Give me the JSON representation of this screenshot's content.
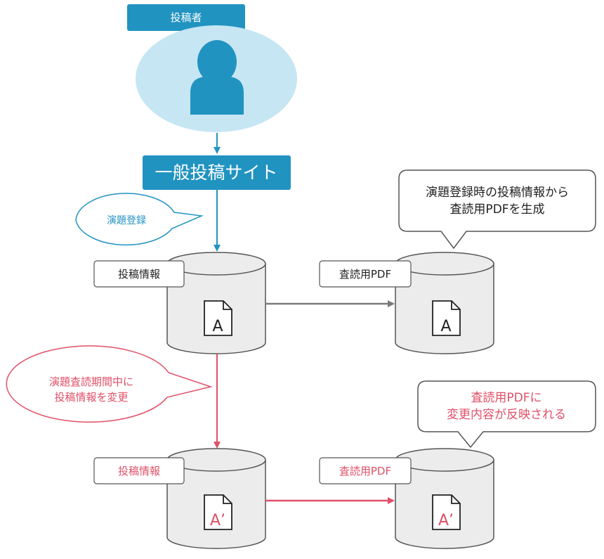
{
  "submitter_label": "投稿者",
  "site_label": "一般投稿サイト",
  "bubble_register": "演題登録",
  "callout_generate": [
    "演題登録時の投稿情報から",
    "査読用PDFを生成"
  ],
  "callout_reflect": [
    "査読用PDFに",
    "変更内容が反映される"
  ],
  "bubble_change": [
    "演題査読期間中に",
    "投稿情報を変更"
  ],
  "db_submission_label": "投稿情報",
  "db_review_pdf_label": "査読用PDF",
  "doc_glyph_original": "A",
  "doc_glyph_modified": "A’",
  "colors": {
    "blue": "#2193c1",
    "light_blue": "#c6e6f3",
    "red": "#e05068",
    "gray_arrow": "#7a7a7a",
    "cylinder_fill": "#ececec",
    "outline": "#555555"
  }
}
